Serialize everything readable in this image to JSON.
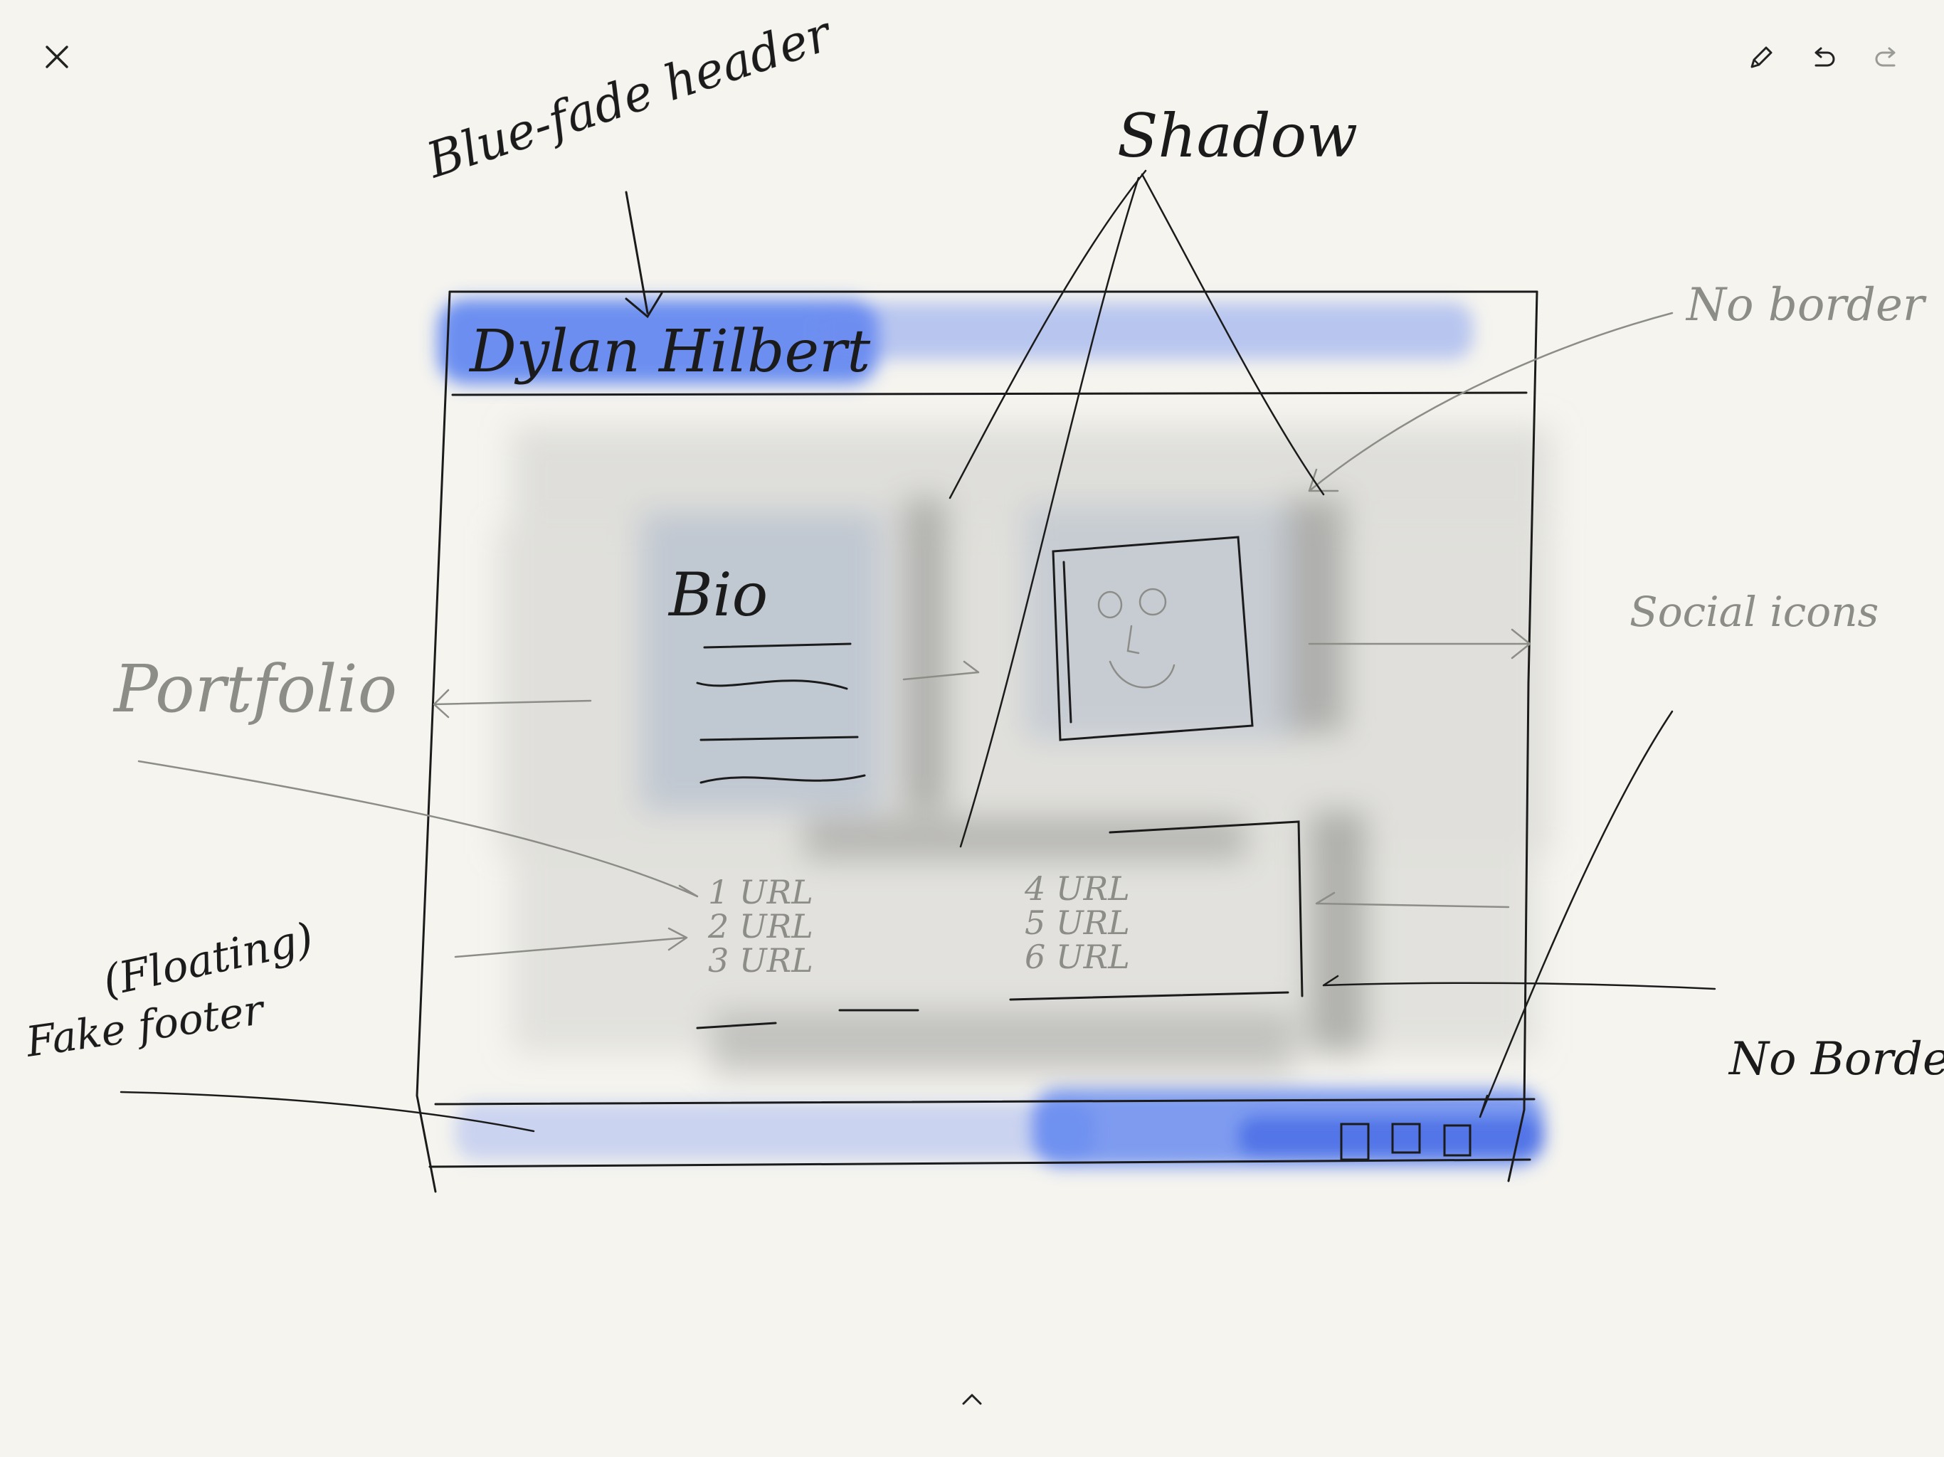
{
  "toolbar": {
    "close_icon": "close-icon",
    "pen_icon": "pen-icon",
    "undo_icon": "undo-icon",
    "redo_icon": "redo-icon",
    "expand_icon": "chevron-up-icon"
  },
  "colors": {
    "paper": "#f5f4ef",
    "ink": "#1b1b1b",
    "pencil": "#8d8d88",
    "blue_wash": "#3d6cf0",
    "grey_wash": "#b9b9b6"
  },
  "sketch": {
    "annotations": {
      "blue_fade_header": "Blue-fade header",
      "shadow": "Shadow",
      "no_border_top": "No border",
      "portfolio": "Portfolio",
      "social_icons": "Social icons",
      "floating": "(Floating)",
      "fake_footer": "Fake footer",
      "no_border_bottom": "No Border"
    },
    "header_title": "Dylan Hilbert",
    "bio_heading": "Bio",
    "portfolio_links": [
      "1 URL",
      "2 URL",
      "3 URL",
      "4 URL",
      "5 URL",
      "6 URL"
    ]
  }
}
